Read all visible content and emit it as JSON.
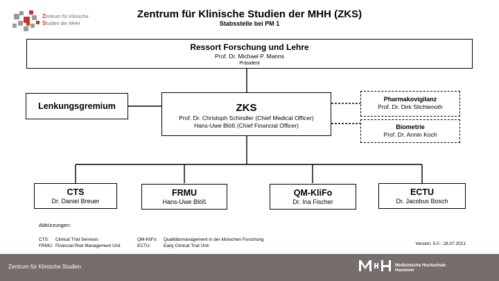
{
  "header": {
    "title": "Zentrum für Klinische Studien der MHH (ZKS)",
    "subtitle": "Stabsstelle bei PM 1",
    "logo_text": {
      "line1_cap": "Z",
      "line1_rest": "entrum für Klinische",
      "line2_cap": "S",
      "line2_rest": "tudien der MHH"
    }
  },
  "org": {
    "top": {
      "title": "Ressort Forschung und Lehre",
      "person": "Prof. Dr. Michael P. Manns",
      "role": "Präsident"
    },
    "left": {
      "title": "Lenkungsgremium"
    },
    "center": {
      "title": "ZKS",
      "line1": "Prof. Dr. Christoph Schindler (Chief Medical Officer)",
      "line2": "Hans-Uwe Blöß (Chief Financial Officer)"
    },
    "staff": [
      {
        "title": "Pharmakovigilanz",
        "person": "Prof. Dr. Dirk Stichtenoth"
      },
      {
        "title": "Biometrie",
        "person": "Prof. Dr. Armin Koch"
      }
    ],
    "units": [
      {
        "title": "CTS",
        "person": "Dr. Daniel Breuer"
      },
      {
        "title": "FRMU",
        "person": "Hans-Uwe Blöß"
      },
      {
        "title": "QM-KliFo",
        "person": "Dr. Ina Fischer"
      },
      {
        "title": "ECTU",
        "person": "Dr. Jacobus Bosch"
      }
    ]
  },
  "abbreviations": {
    "heading": "Abkürzungen:",
    "col1": [
      {
        "key": "CTS:",
        "value": "Clinical Trial Services"
      },
      {
        "key": "FRMU:",
        "value": "Financial Risk Management Unit"
      }
    ],
    "col2": [
      {
        "key": "QM-KliFo:",
        "value": "Qualitätsmanagement in der klinischen Forschung"
      },
      {
        "key": "ECTU:",
        "value": "Early Clinical Trial Unit"
      }
    ]
  },
  "version": "Version: 5.0 - 28.07.2021",
  "footer": {
    "text": "Zentrum für Klinische Studien",
    "logo_mark": "MHH",
    "logo_line1": "Medizinische Hochschule",
    "logo_line2": "Hannover"
  },
  "colors": {
    "footer_bg": "#766e6c",
    "logo_red": "#c0392b",
    "logo_grey": "#9a9a9a"
  }
}
